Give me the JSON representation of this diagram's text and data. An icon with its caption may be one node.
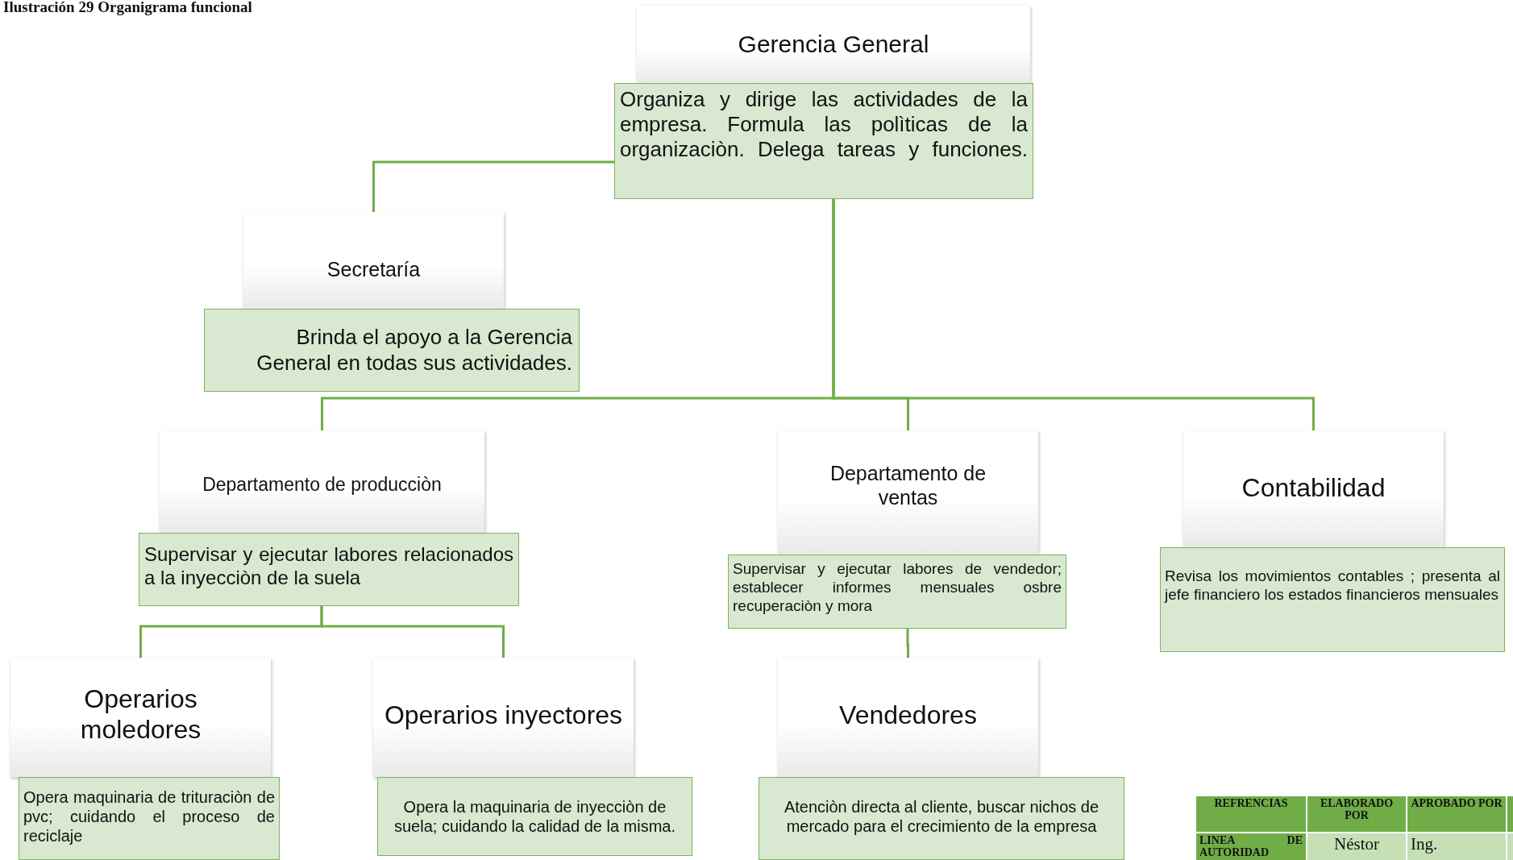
{
  "diagram": {
    "title": "Ilustración 29 Organigrama funcional",
    "nodes": [
      {
        "text": [
          "Gerencia General"
        ]
      },
      {
        "text": [
          "Organiza y dirige las actividades de la empresa. Formula las polìticas de la organizaciòn. Delega tareas y funciones."
        ]
      },
      {
        "text": [
          "Secretaría"
        ]
      },
      {
        "text": [
          "Brinda el apoyo a la Gerencia General en todas sus actividades."
        ]
      },
      {
        "text": [
          "Departamento de producciòn"
        ]
      },
      {
        "text": [
          "Supervisar y ejecutar labores relacionados a la inyecciòn de la suela"
        ]
      },
      {
        "text": [
          "Departamento de ventas"
        ]
      },
      {
        "text": [
          "Supervisar y ejecutar labores de vendedor; establecer informes mensuales osbre recuperaciòn y mora"
        ]
      },
      {
        "text": [
          "Contabilidad"
        ]
      },
      {
        "text": [
          "Revisa los movimientos contables ; presenta al jefe financiero los estados financieros mensuales"
        ]
      },
      {
        "text": [
          "Operarios moledores"
        ]
      },
      {
        "text": [
          "Opera maquinaria de trituraciòn de pvc; cuidando el proceso de reciclaje"
        ]
      },
      {
        "text": [
          "Operarios inyectores"
        ]
      },
      {
        "text": [
          "Opera la maquinaria de inyecciòn de suela; cuidando la calidad de la misma."
        ]
      },
      {
        "text": [
          "Vendedores"
        ]
      },
      {
        "text": [
          "Atenciòn directa al cliente, buscar nichos de mercado para el crecimiento de la empresa"
        ]
      }
    ],
    "edges": [
      {
        "from": 1,
        "to": 2,
        "arrow": "none"
      },
      {
        "from": 1,
        "to": 4,
        "arrow": "none"
      },
      {
        "from": 1,
        "to": 6,
        "arrow": "none"
      },
      {
        "from": 1,
        "to": 8,
        "arrow": "none"
      },
      {
        "from": 5,
        "to": 10,
        "arrow": "none"
      },
      {
        "from": 5,
        "to": 12,
        "arrow": "none"
      },
      {
        "from": 7,
        "to": 14,
        "arrow": "none"
      }
    ],
    "labels": [
      "REFRENCIAS",
      "ELABORADO POR",
      "APROBADO POR",
      "LINEA DE AUTORIDAD",
      "Néstor",
      "Ing."
    ]
  }
}
